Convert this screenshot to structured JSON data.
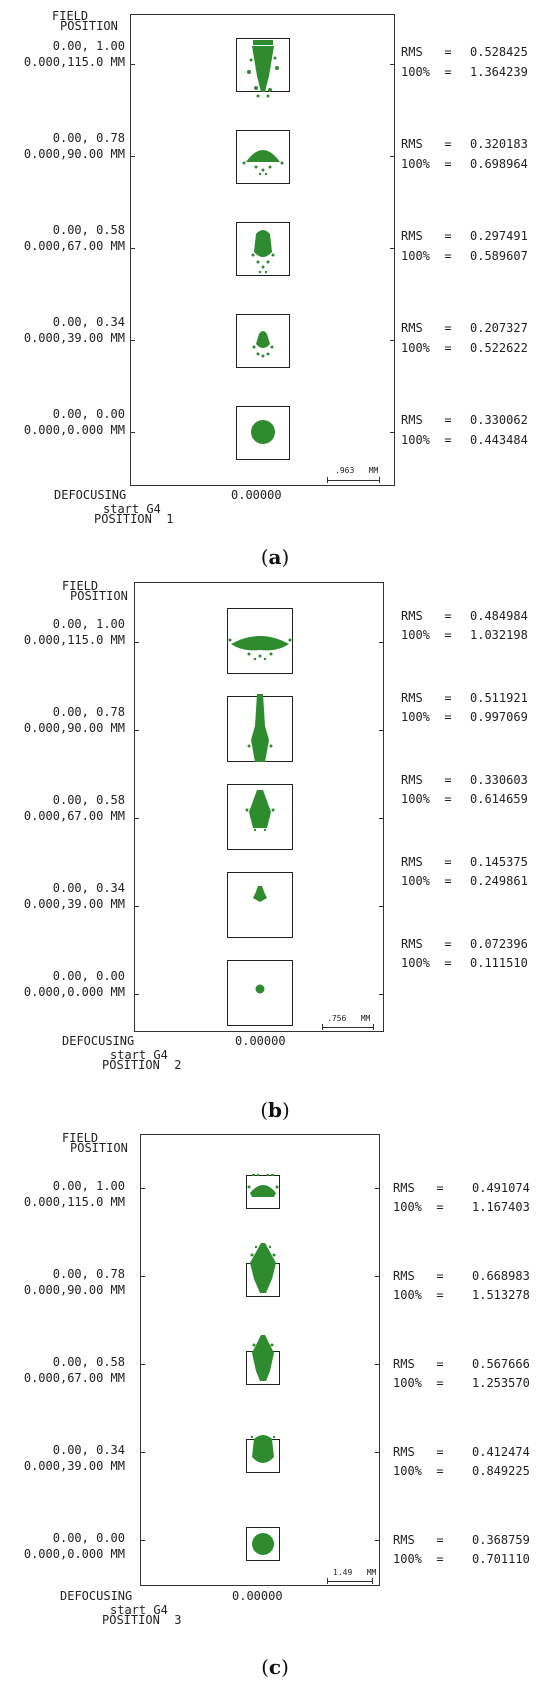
{
  "labels": {
    "field": "FIELD",
    "position": "POSITION",
    "defocusing": "DEFOCUSING",
    "rms": "RMS",
    "eq": "=",
    "pct": "100%",
    "lens": "start G4"
  },
  "colors": {
    "spot": "#2e8b2e"
  },
  "panels": [
    {
      "caption_open": "(",
      "caption_letter": "a",
      "caption_close": ")",
      "position_label": "POSITION  1",
      "defocus": "0.00000",
      "scale": ".963   MM",
      "fields": [
        {
          "line1": "0.00, 1.00",
          "line2": "0.000,115.0 MM",
          "rms": "0.528425",
          "p100": "1.364239"
        },
        {
          "line1": "0.00, 0.78",
          "line2": "0.000,90.00 MM",
          "rms": "0.320183",
          "p100": "0.698964"
        },
        {
          "line1": "0.00, 0.58",
          "line2": "0.000,67.00 MM",
          "rms": "0.297491",
          "p100": "0.589607"
        },
        {
          "line1": "0.00, 0.34",
          "line2": "0.000,39.00 MM",
          "rms": "0.207327",
          "p100": "0.522622"
        },
        {
          "line1": "0.00, 0.00",
          "line2": "0.000,0.000 MM",
          "rms": "0.330062",
          "p100": "0.443484"
        }
      ]
    },
    {
      "caption_open": "(",
      "caption_letter": "b",
      "caption_close": ")",
      "position_label": "POSITION  2",
      "defocus": "0.00000",
      "scale": ".756   MM",
      "fields": [
        {
          "line1": "0.00, 1.00",
          "line2": "0.000,115.0 MM",
          "rms": "0.484984",
          "p100": "1.032198"
        },
        {
          "line1": "0.00, 0.78",
          "line2": "0.000,90.00 MM",
          "rms": "0.511921",
          "p100": "0.997069"
        },
        {
          "line1": "0.00, 0.58",
          "line2": "0.000,67.00 MM",
          "rms": "0.330603",
          "p100": "0.614659"
        },
        {
          "line1": "0.00, 0.34",
          "line2": "0.000,39.00 MM",
          "rms": "0.145375",
          "p100": "0.249861"
        },
        {
          "line1": "0.00, 0.00",
          "line2": "0.000,0.000 MM",
          "rms": "0.072396",
          "p100": "0.111510"
        }
      ]
    },
    {
      "caption_open": "(",
      "caption_letter": "c",
      "caption_close": ")",
      "position_label": "POSITION  3",
      "defocus": "0.00000",
      "scale": "1.49   MM",
      "fields": [
        {
          "line1": "0.00, 1.00",
          "line2": "0.000,115.0 MM",
          "rms": "0.491074",
          "p100": "1.167403"
        },
        {
          "line1": "0.00, 0.78",
          "line2": "0.000,90.00 MM",
          "rms": "0.668983",
          "p100": "1.513278"
        },
        {
          "line1": "0.00, 0.58",
          "line2": "0.000,67.00 MM",
          "rms": "0.567666",
          "p100": "1.253570"
        },
        {
          "line1": "0.00, 0.34",
          "line2": "0.000,39.00 MM",
          "rms": "0.412474",
          "p100": "0.849225"
        },
        {
          "line1": "0.00, 0.00",
          "line2": "0.000,0.000 MM",
          "rms": "0.368759",
          "p100": "0.701110"
        }
      ]
    }
  ]
}
